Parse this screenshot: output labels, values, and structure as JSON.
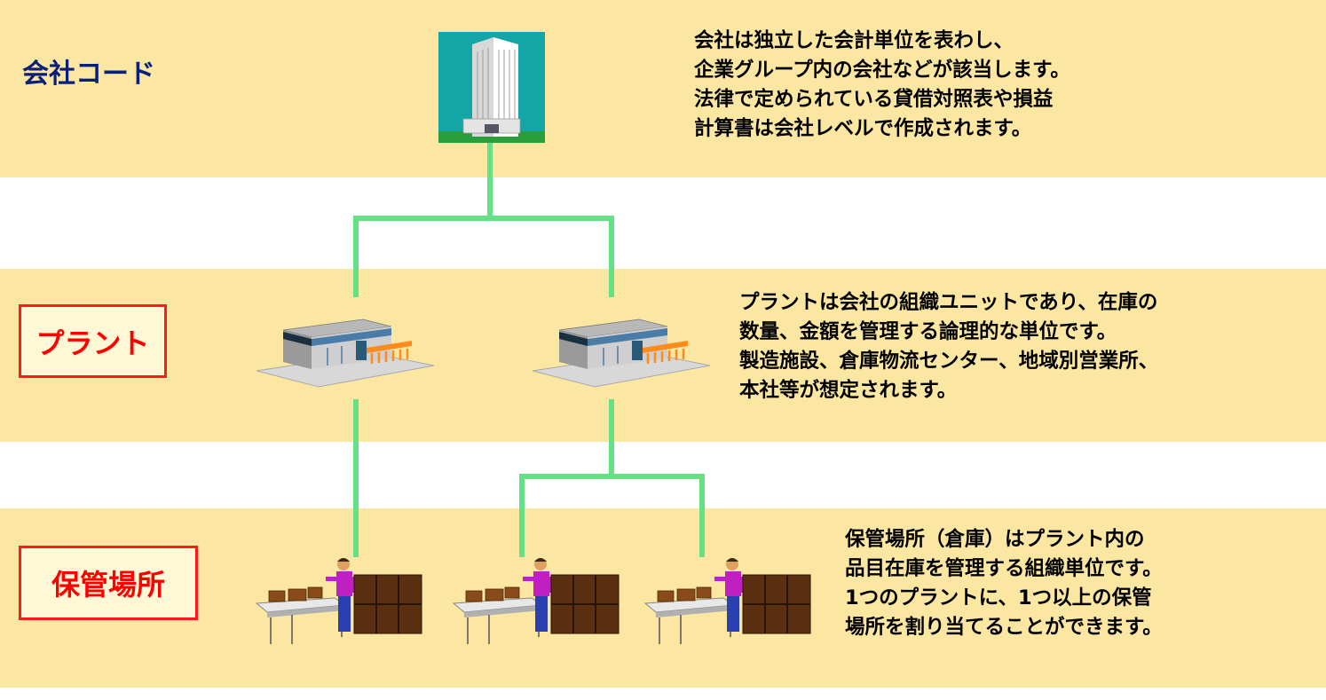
{
  "company": {
    "title": "会社コード",
    "description": [
      "会社は独立した会計単位を表わし、",
      "企業グループ内の会社などが該当します。",
      "法律で定められている貸借対照表や損益",
      "計算書は会社レベルで作成されます。"
    ]
  },
  "plant": {
    "title": "プラント",
    "description": [
      "プラントは会社の組織ユニットであり、在庫の",
      "数量、金額を管理する論理的な単位です。",
      "製造施設、倉庫物流センター、地域別営業所、",
      "本社等が想定されます。"
    ]
  },
  "storage": {
    "title": "保管場所",
    "description": [
      "保管場所（倉庫）はプラント内の",
      "品目在庫を管理する組織単位です。",
      "1つのプラントに、1つ以上の保管",
      "場所を割り当てることができます。"
    ]
  },
  "colors": {
    "band": "#fbe7a1",
    "connector": "#66e085",
    "company_title": "#0a1f7a",
    "box_border": "#ff1a1a",
    "box_text": "#ff0000"
  },
  "icons": {
    "company": "office-building-icon",
    "plant": "factory-icon",
    "storage": "warehouse-worker-icon"
  }
}
